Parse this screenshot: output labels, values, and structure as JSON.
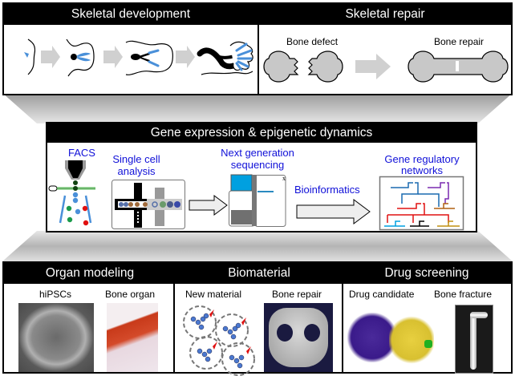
{
  "top": {
    "development": {
      "title": "Skeletal development",
      "stage_icons": [
        "limb-bud-stage-1-icon",
        "limb-bud-stage-2-icon",
        "limb-bud-stage-3-icon",
        "limb-stage-4-icon"
      ]
    },
    "repair": {
      "title": "Skeletal repair",
      "bone_defect_label": "Bone defect",
      "bone_repair_label": "Bone repair"
    }
  },
  "middle": {
    "title": "Gene expression & epigenetic dynamics",
    "steps": {
      "facs": "FACS",
      "single_cell_line1": "Single cell",
      "single_cell_line2": "analysis",
      "ngs_line1": "Next generation",
      "ngs_line2": "sequencing",
      "bioinformatics": "Bioinformatics",
      "grn_line1": "Gene regulatory",
      "grn_line2": "networks"
    },
    "ngs_window_close": "x"
  },
  "bottom": {
    "organ_modeling": {
      "title": "Organ modeling",
      "left_label": "hiPSCs",
      "right_label": "Bone organ"
    },
    "biomaterial": {
      "title": "Biomaterial",
      "left_label": "New material",
      "right_label": "Bone repair"
    },
    "drug_screening": {
      "title": "Drug screening",
      "left_label": "Drug candidate",
      "right_label": "Bone fracture"
    }
  },
  "colors": {
    "header_bg": "#000000",
    "accent_blue_text": "#1010d8",
    "cartilage_blue": "#4a90d9",
    "funnel_gray_dark": "#a8a8a8",
    "funnel_gray_light": "#e4e4e4",
    "bone_fill": "#c8c8c8",
    "arrow_gray": "#d0d0d0"
  }
}
